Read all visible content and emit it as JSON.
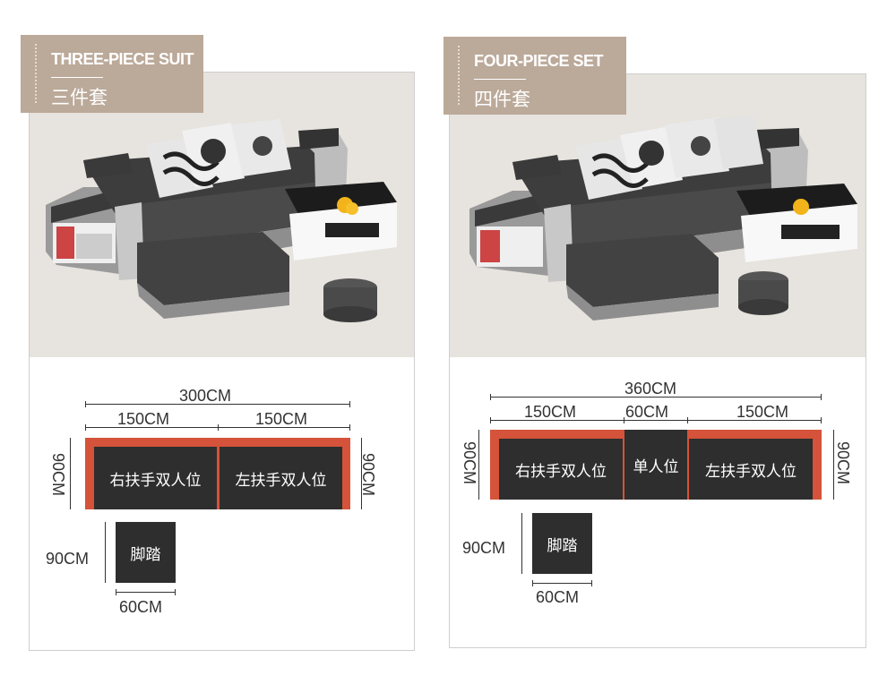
{
  "left": {
    "tag_en": "THREE-PIECE SUIT",
    "tag_zh": "三件套",
    "total_width": "300CM",
    "seg1_width": "150CM",
    "seg2_width": "150CM",
    "depth_left": "90CM",
    "depth_right": "90CM",
    "seat_left_label": "右扶手双人位",
    "seat_right_label": "左扶手双人位",
    "footstool_label": "脚踏",
    "footstool_depth": "90CM",
    "footstool_width": "60CM"
  },
  "right": {
    "tag_en": "FOUR-PIECE SET",
    "tag_zh": "四件套",
    "total_width": "360CM",
    "seg1_width": "150CM",
    "seg2_width": "60CM",
    "seg3_width": "150CM",
    "depth_left": "90CM",
    "depth_right": "90CM",
    "seat_left_label": "右扶手双人位",
    "seat_mid_label": "单人位",
    "seat_right_label": "左扶手双人位",
    "footstool_label": "脚踏",
    "footstool_depth": "90CM",
    "footstool_width": "60CM"
  }
}
